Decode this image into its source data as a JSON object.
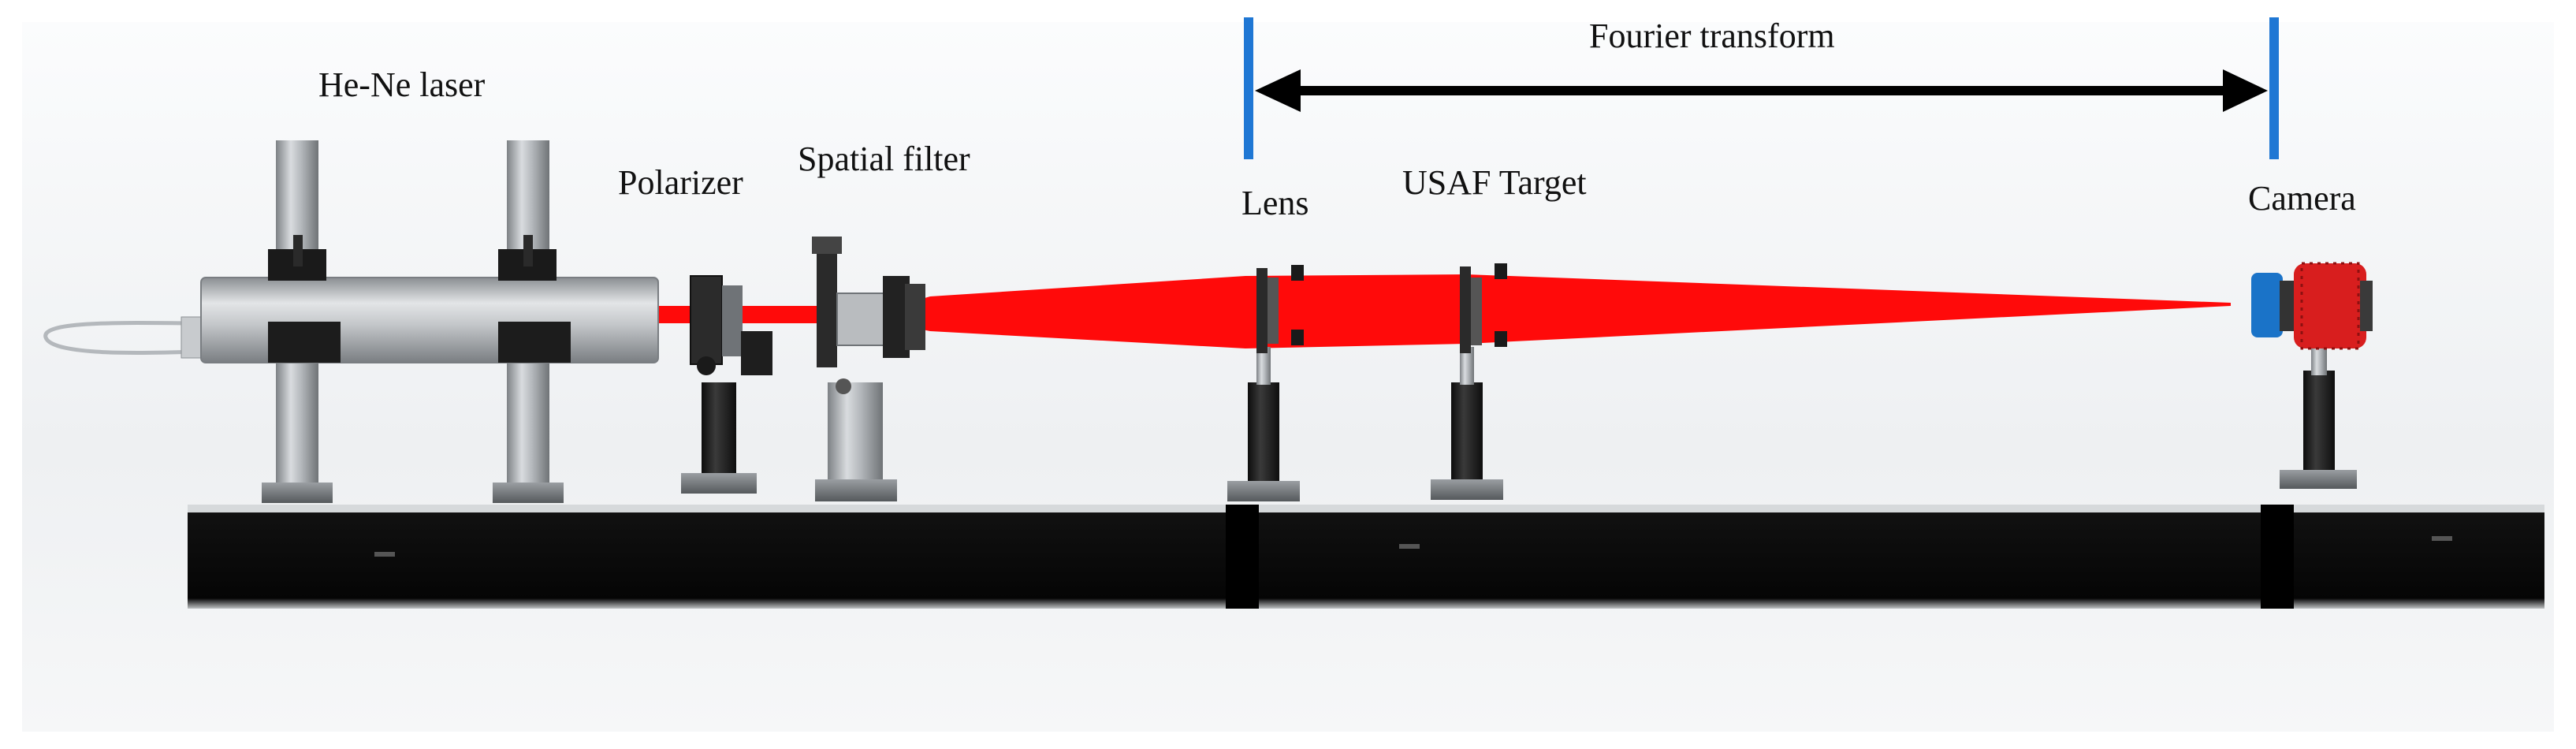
{
  "labels": {
    "laser": "He-Ne laser",
    "polarizer": "Polarizer",
    "spatial_filter": "Spatial filter",
    "lens": "Lens",
    "target": "USAF Target",
    "camera": "Camera",
    "fourier": "Fourier transform"
  },
  "colors": {
    "beam": "#ff0a0a",
    "marker": "#1f77d4",
    "rail": "#0b0b0b",
    "post": "#9ea2a6",
    "camera_body": "#d81e1e",
    "camera_lens": "#1a73c8"
  }
}
